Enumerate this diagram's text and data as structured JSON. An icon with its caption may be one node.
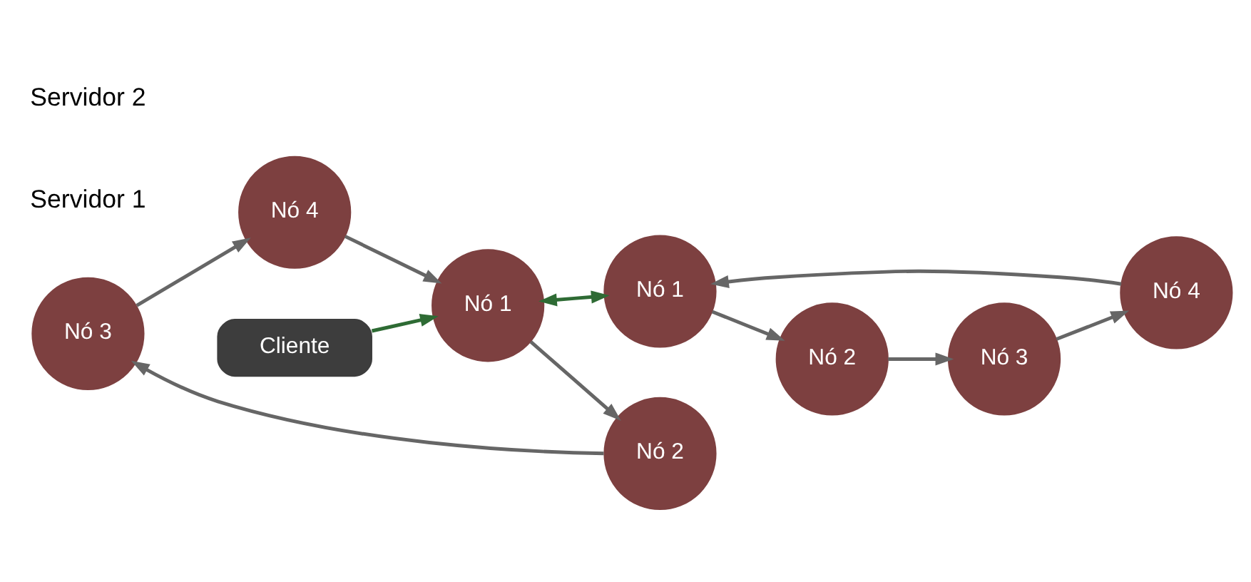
{
  "diagram": {
    "nodes": [
      {
        "text": [
          "Nó 3"
        ]
      },
      {
        "text": [
          "Nó 2"
        ]
      },
      {
        "text": [
          "Nó 4"
        ]
      },
      {
        "text": [
          "Nó 1"
        ]
      },
      {
        "text": [
          "Nó 3"
        ]
      },
      {
        "text": [
          "Nó 2"
        ]
      },
      {
        "text": [
          "Nó 4"
        ]
      },
      {
        "text": [
          "Nó 1"
        ]
      },
      {
        "text": [
          "Cliente"
        ]
      }
    ],
    "edges": [
      {
        "from": 1,
        "to": 0,
        "arrow": "to"
      },
      {
        "from": 0,
        "to": 2,
        "arrow": "to"
      },
      {
        "from": 2,
        "to": 3,
        "arrow": "to"
      },
      {
        "from": 3,
        "to": 1,
        "arrow": "to"
      },
      {
        "from": 5,
        "to": 4,
        "arrow": "to"
      },
      {
        "from": 4,
        "to": 6,
        "arrow": "to"
      },
      {
        "from": 6,
        "to": 7,
        "arrow": "to"
      },
      {
        "from": 7,
        "to": 5,
        "arrow": "to"
      },
      {
        "from": 3,
        "to": 7,
        "arrow": "both",
        "color": "#2e6b34"
      },
      {
        "from": 8,
        "to": 3,
        "arrow": "to",
        "color": "#2e6b34"
      }
    ],
    "labels": [
      "Servidor 1",
      "Servidor 2"
    ]
  }
}
